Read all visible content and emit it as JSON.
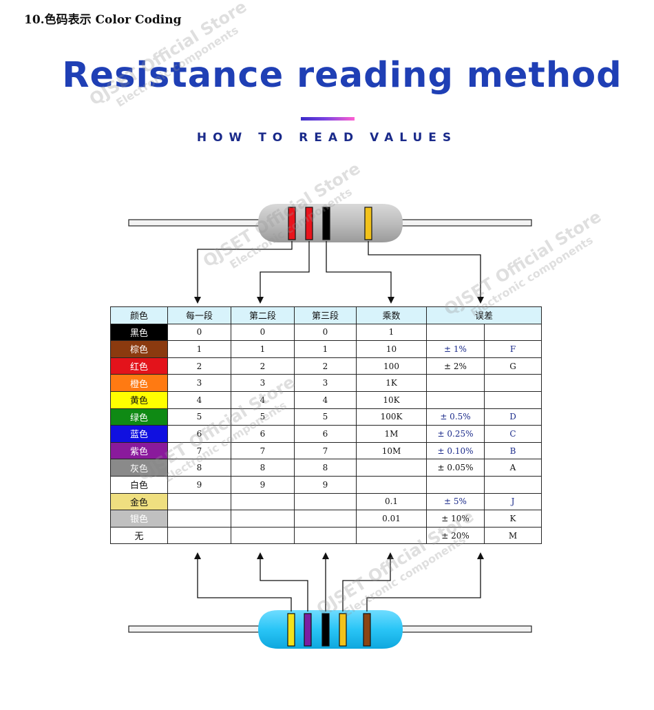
{
  "section_heading": "10.色码表示 Color Coding",
  "main_title": "Resistance reading method",
  "subtitle": "HOW TO READ VALUES",
  "watermark": {
    "line1": "QJSET Official Store",
    "line2": "Electronic components"
  },
  "colors": {
    "title_blue": "#1f3fb5",
    "table_header_bg": "#d8f3fb",
    "top_resistor_body": "#bdbdbd",
    "bottom_resistor_body": "#29c5f6"
  },
  "top_resistor": {
    "bands": [
      "#e8141c",
      "#e8141c",
      "#000000",
      "#f2c21b"
    ]
  },
  "bottom_resistor": {
    "bands": [
      "#f2e21b",
      "#7b1fa2",
      "#000000",
      "#f2c21b",
      "#8b4513"
    ]
  },
  "table": {
    "headers": [
      "颜色",
      "每一段",
      "第二段",
      "第三段",
      "乘数",
      "误差"
    ],
    "rows": [
      {
        "color": "黑色",
        "bg": "#000000",
        "fg": "#ffffff",
        "d1": "0",
        "d2": "0",
        "d3": "0",
        "mult": "1",
        "tol": "",
        "code": ""
      },
      {
        "color": "棕色",
        "bg": "#8b3a0f",
        "fg": "#ffffff",
        "d1": "1",
        "d2": "1",
        "d3": "1",
        "mult": "10",
        "tol": "± 1%",
        "code": "F"
      },
      {
        "color": "红色",
        "bg": "#e3131b",
        "fg": "#ffffff",
        "d1": "2",
        "d2": "2",
        "d3": "2",
        "mult": "100",
        "tol": "± 2%",
        "code": "G"
      },
      {
        "color": "橙色",
        "bg": "#ff7a12",
        "fg": "#ffffff",
        "d1": "3",
        "d2": "3",
        "d3": "3",
        "mult": "1K",
        "tol": "",
        "code": ""
      },
      {
        "color": "黄色",
        "bg": "#ffff00",
        "fg": "#111111",
        "d1": "4",
        "d2": "4",
        "d3": "4",
        "mult": "10K",
        "tol": "",
        "code": ""
      },
      {
        "color": "绿色",
        "bg": "#0f8a14",
        "fg": "#ffffff",
        "d1": "5",
        "d2": "5",
        "d3": "5",
        "mult": "100K",
        "tol": "± 0.5%",
        "code": "D"
      },
      {
        "color": "蓝色",
        "bg": "#1010e0",
        "fg": "#ffffff",
        "d1": "6",
        "d2": "6",
        "d3": "6",
        "mult": "1M",
        "tol": "± 0.25%",
        "code": "C"
      },
      {
        "color": "紫色",
        "bg": "#8a1a9c",
        "fg": "#ffffff",
        "d1": "7",
        "d2": "7",
        "d3": "7",
        "mult": "10M",
        "tol": "± 0.10%",
        "code": "B"
      },
      {
        "color": "灰色",
        "bg": "#8a8a8a",
        "fg": "#ffffff",
        "d1": "8",
        "d2": "8",
        "d3": "8",
        "mult": "",
        "tol": "± 0.05%",
        "code": "A"
      },
      {
        "color": "白色",
        "bg": "#ffffff",
        "fg": "#111111",
        "d1": "9",
        "d2": "9",
        "d3": "9",
        "mult": "",
        "tol": "",
        "code": ""
      },
      {
        "color": "金色",
        "bg": "#efdf80",
        "fg": "#111111",
        "d1": "",
        "d2": "",
        "d3": "",
        "mult": "0.1",
        "tol": "± 5%",
        "code": "J"
      },
      {
        "color": "银色",
        "bg": "#c0c0c0",
        "fg": "#ffffff",
        "d1": "",
        "d2": "",
        "d3": "",
        "mult": "0.01",
        "tol": "± 10%",
        "code": "K"
      },
      {
        "color": "无",
        "bg": "#ffffff",
        "fg": "#111111",
        "d1": "",
        "d2": "",
        "d3": "",
        "mult": "",
        "tol": "± 20%",
        "code": "M"
      }
    ]
  }
}
